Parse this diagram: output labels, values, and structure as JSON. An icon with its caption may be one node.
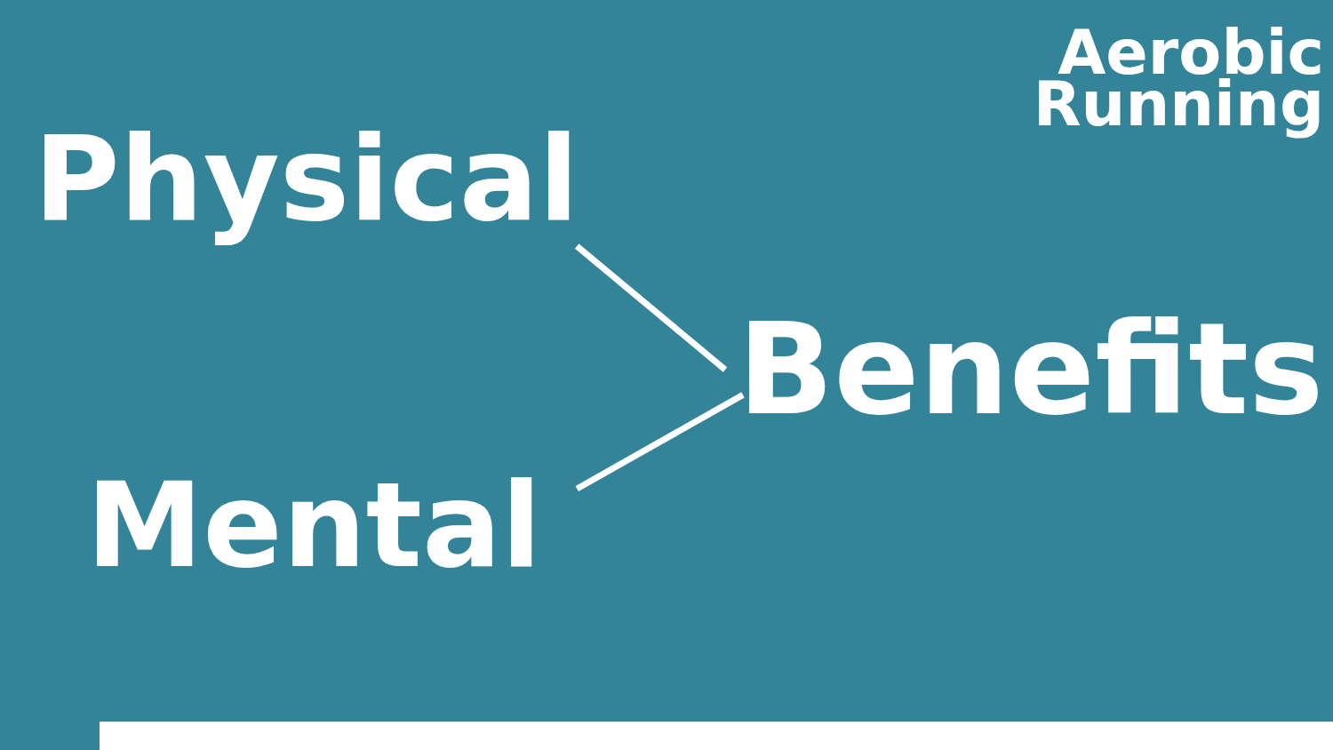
{
  "diagram": {
    "title": "Aerobic Running",
    "nodes": [
      {
        "text": [
          "Physical"
        ]
      },
      {
        "text": [
          "Mental"
        ]
      },
      {
        "text": [
          "Benefits"
        ]
      }
    ],
    "edges": [
      {
        "from": 0,
        "to": 2,
        "arrow": "none"
      },
      {
        "from": 1,
        "to": 2,
        "arrow": "none"
      }
    ]
  }
}
